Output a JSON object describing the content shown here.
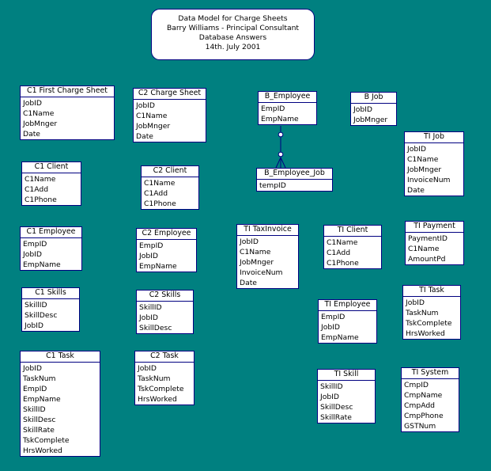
{
  "title": {
    "lines": [
      "Data Model for Charge Sheets",
      "Barry Williams - Principal Consultant",
      "Database Answers",
      "14th. July 2001"
    ]
  },
  "entities": [
    {
      "id": "c1-first-charge-sheet",
      "name": "C1 First Charge Sheet",
      "attributes": [
        "JobID",
        "C1Name",
        "JobMnger",
        "Date"
      ]
    },
    {
      "id": "c2-charge-sheet",
      "name": "C2 Charge Sheet",
      "attributes": [
        "JobID",
        "C1Name",
        "JobMnger",
        "Date"
      ]
    },
    {
      "id": "b-employee",
      "name": "B_Employee",
      "attributes": [
        "EmpID",
        "EmpName"
      ]
    },
    {
      "id": "b-job",
      "name": "B Job",
      "attributes": [
        "JobID",
        "JobMnger"
      ]
    },
    {
      "id": "ti-job",
      "name": "TI Job",
      "attributes": [
        "JobID",
        "C1Name",
        "JobMnger",
        "InvoiceNum",
        "Date"
      ]
    },
    {
      "id": "b-employee-job",
      "name": "B_Employee_Job",
      "attributes": [
        "tempID"
      ]
    },
    {
      "id": "c1-client",
      "name": "C1 Client",
      "attributes": [
        "C1Name",
        "C1Add",
        "C1Phone"
      ]
    },
    {
      "id": "c2-client",
      "name": "C2 Client",
      "attributes": [
        "C1Name",
        "C1Add",
        "C1Phone"
      ]
    },
    {
      "id": "ti-taxinvoice",
      "name": "TI TaxInvoice",
      "attributes": [
        "JobID",
        "C1Name",
        "JobMnger",
        "InvoiceNum",
        "Date"
      ]
    },
    {
      "id": "ti-client",
      "name": "TI Client",
      "attributes": [
        "C1Name",
        "C1Add",
        "C1Phone"
      ]
    },
    {
      "id": "ti-payment",
      "name": "TI Payment",
      "attributes": [
        "PaymentID",
        "C1Name",
        "AmountPd"
      ]
    },
    {
      "id": "c1-employee",
      "name": "C1 Employee",
      "attributes": [
        "EmpID",
        "JobID",
        "EmpName"
      ]
    },
    {
      "id": "c2-employee",
      "name": "C2 Employee",
      "attributes": [
        "EmpID",
        "JobID",
        "EmpName"
      ]
    },
    {
      "id": "c1-skills",
      "name": "C1 Skills",
      "attributes": [
        "SkillID",
        "SkillDesc",
        "JobID"
      ]
    },
    {
      "id": "c2-skills",
      "name": "C2 Skills",
      "attributes": [
        "SkillID",
        "JobID",
        "SkillDesc"
      ]
    },
    {
      "id": "ti-employee",
      "name": "TI Employee",
      "attributes": [
        "EmpID",
        "JobID",
        "EmpName"
      ]
    },
    {
      "id": "ti-task",
      "name": "TI Task",
      "attributes": [
        "JobID",
        "TaskNum",
        "TskComplete",
        "HrsWorked"
      ]
    },
    {
      "id": "c1-task",
      "name": "C1 Task",
      "attributes": [
        "JobID",
        "TaskNum",
        "EmpID",
        "EmpName",
        "SkillID",
        "SkillDesc",
        "SkillRate",
        "TskComplete",
        "HrsWorked"
      ]
    },
    {
      "id": "c2-task",
      "name": "C2 Task",
      "attributes": [
        "JobID",
        "TaskNum",
        "TskComplete",
        "HrsWorked"
      ]
    },
    {
      "id": "ti-skill",
      "name": "TI Skill",
      "attributes": [
        "SkillID",
        "JobID",
        "SkillDesc",
        "SkillRate"
      ]
    },
    {
      "id": "ti-system",
      "name": "TI System",
      "attributes": [
        "CmpID",
        "CmpName",
        "CmpAdd",
        "CmpPhone",
        "GSTNum"
      ]
    }
  ],
  "relationships": [
    {
      "from": "b-employee",
      "to": "b-employee-job",
      "cardinality": "one-to-many-optional"
    }
  ],
  "colors": {
    "background": "#008080",
    "box_fill": "#ffffff",
    "box_border": "#000080",
    "line": "#000080",
    "text": "#000000"
  }
}
